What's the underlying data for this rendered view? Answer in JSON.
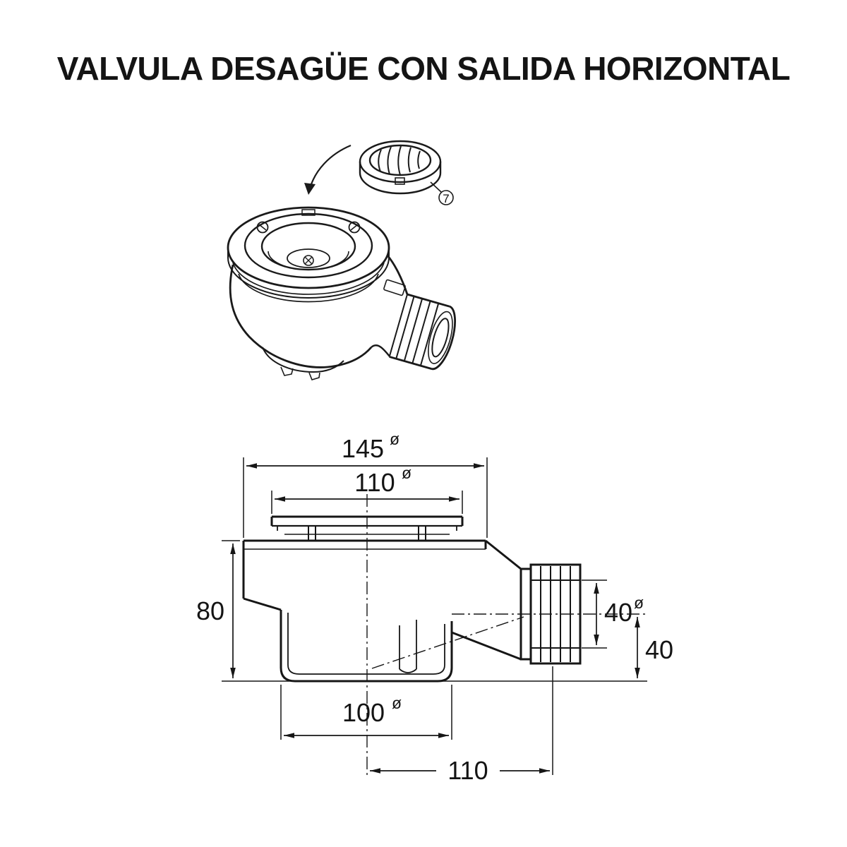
{
  "page": {
    "title": "VALVULA DESAGÜE CON SALIDA HORIZONTAL"
  },
  "callout": {
    "number": "7"
  },
  "dimensions": {
    "overall_width": {
      "value": "145",
      "symbol": "ø"
    },
    "plate_width": {
      "value": "110",
      "symbol": "ø"
    },
    "body_height": {
      "value": "80"
    },
    "outlet_diameter": {
      "value": "40",
      "symbol": "ø"
    },
    "outlet_axis_height": {
      "value": "40"
    },
    "cup_diameter": {
      "value": "100",
      "symbol": "ø"
    },
    "outlet_length": {
      "value": "110"
    }
  }
}
